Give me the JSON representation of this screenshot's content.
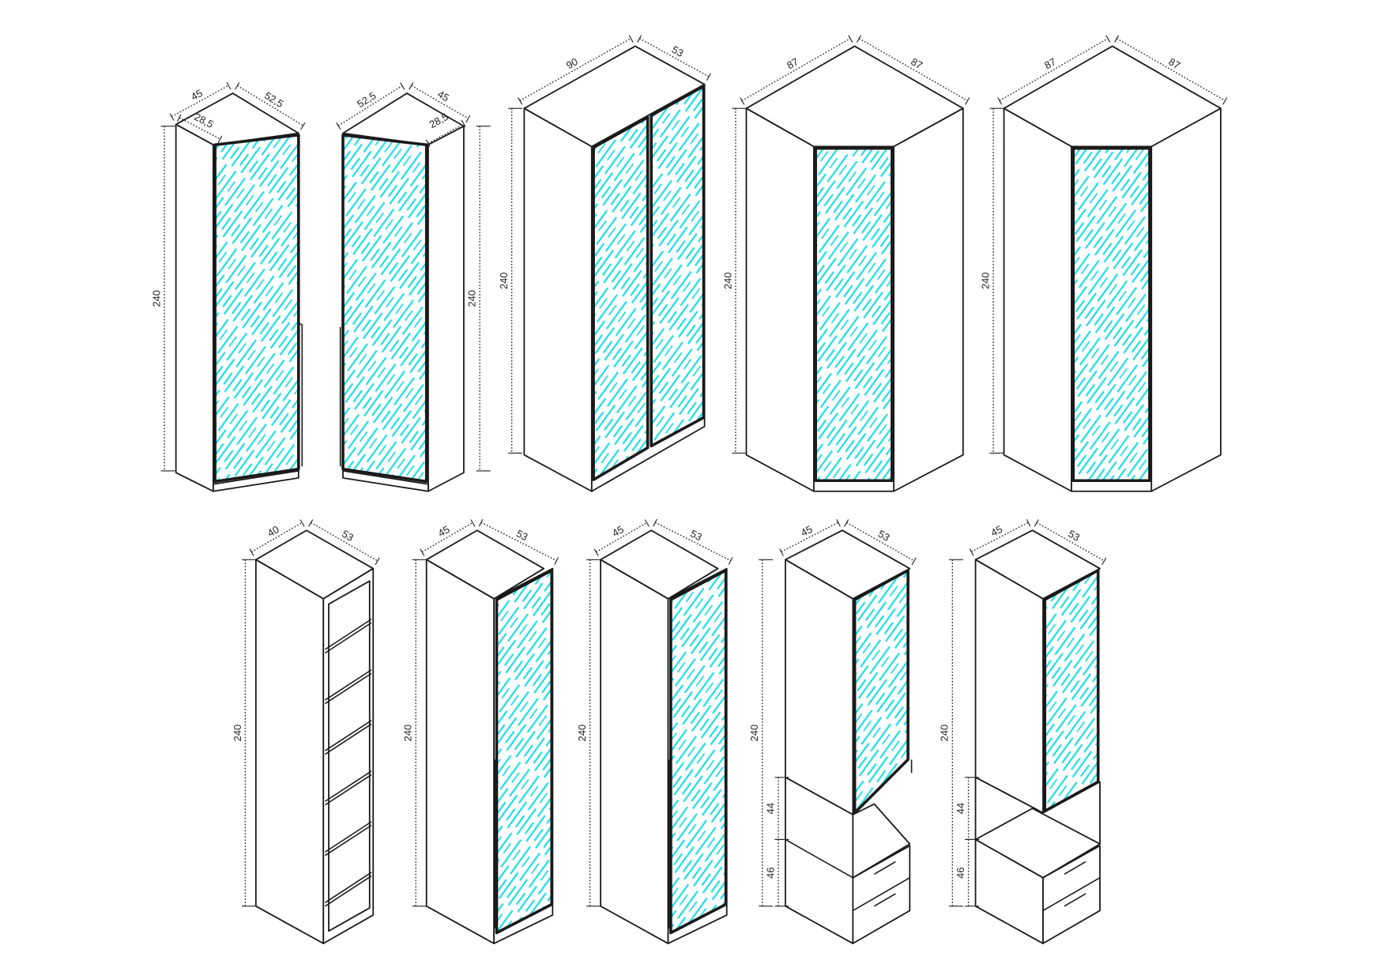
{
  "colors": {
    "mirror": "#1fdde6",
    "line": "#1a1a1a"
  },
  "units": [
    {
      "name": "corner-wardrobe-left",
      "dims": {
        "w1": "45",
        "w2": "52,5",
        "inner": "28,5",
        "h": "240"
      }
    },
    {
      "name": "corner-wardrobe-right",
      "dims": {
        "w1": "52,5",
        "w2": "45",
        "inner": "28,5",
        "h": "240"
      }
    },
    {
      "name": "double-door-wardrobe",
      "dims": {
        "w1": "90",
        "w2": "53",
        "h": "240"
      }
    },
    {
      "name": "corner-wardrobe-87-a",
      "dims": {
        "w1": "87",
        "w2": "87",
        "h": "240"
      }
    },
    {
      "name": "corner-wardrobe-87-b",
      "dims": {
        "w1": "87",
        "w2": "87",
        "h": "240"
      }
    },
    {
      "name": "open-shelf-unit",
      "dims": {
        "w1": "40",
        "w2": "53",
        "h": "240"
      }
    },
    {
      "name": "single-door-wardrobe-a",
      "dims": {
        "w1": "45",
        "w2": "53",
        "h": "240"
      }
    },
    {
      "name": "single-door-wardrobe-b",
      "dims": {
        "w1": "45",
        "w2": "53",
        "h": "240"
      }
    },
    {
      "name": "wardrobe-with-vanity-a",
      "dims": {
        "w1": "45",
        "w2": "53",
        "h": "240",
        "h_upper": "44",
        "h_lower": "46"
      }
    },
    {
      "name": "wardrobe-with-vanity-b",
      "dims": {
        "w1": "45",
        "w2": "53",
        "h": "240",
        "h_upper": "44",
        "h_lower": "46"
      }
    }
  ]
}
